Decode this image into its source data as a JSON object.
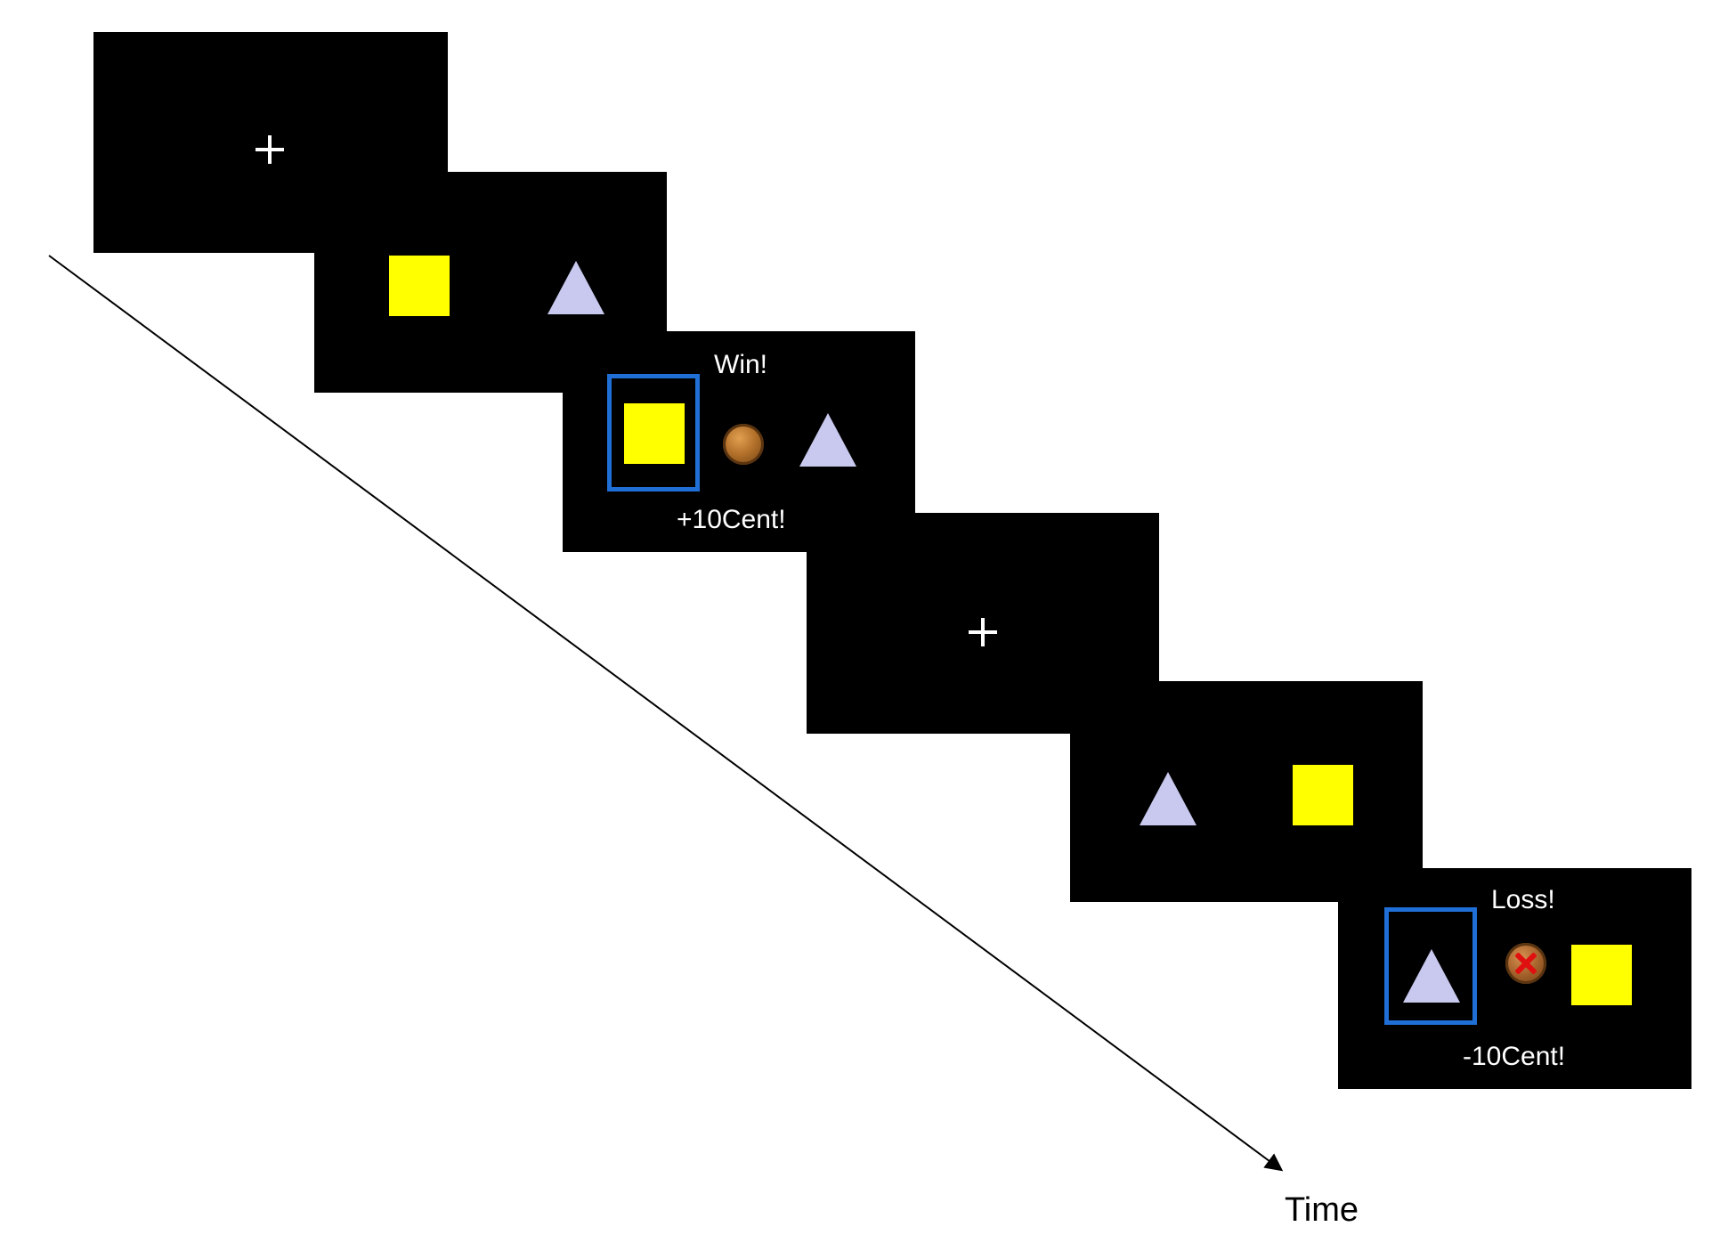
{
  "screens": [
    {
      "content": "fixation",
      "fixation_symbol": "+"
    },
    {
      "content": "choice",
      "left_stimulus": "square",
      "right_stimulus": "triangle"
    },
    {
      "content": "feedback",
      "outcome_text": "Win!",
      "amount_text": "+10Cent!",
      "chosen": "square",
      "coin": "coin-icon"
    },
    {
      "content": "fixation",
      "fixation_symbol": "+"
    },
    {
      "content": "choice",
      "left_stimulus": "triangle",
      "right_stimulus": "square"
    },
    {
      "content": "feedback",
      "outcome_text": "Loss!",
      "amount_text": "-10Cent!",
      "chosen": "triangle",
      "coin": "crossed-coin-icon"
    }
  ],
  "time_axis": {
    "label": "Time"
  },
  "colors": {
    "screen_background": "#000000",
    "square": "#ffff00",
    "triangle": "#c9c9f0",
    "selection_box": "#1f6fd6",
    "text": "#ffffff"
  }
}
